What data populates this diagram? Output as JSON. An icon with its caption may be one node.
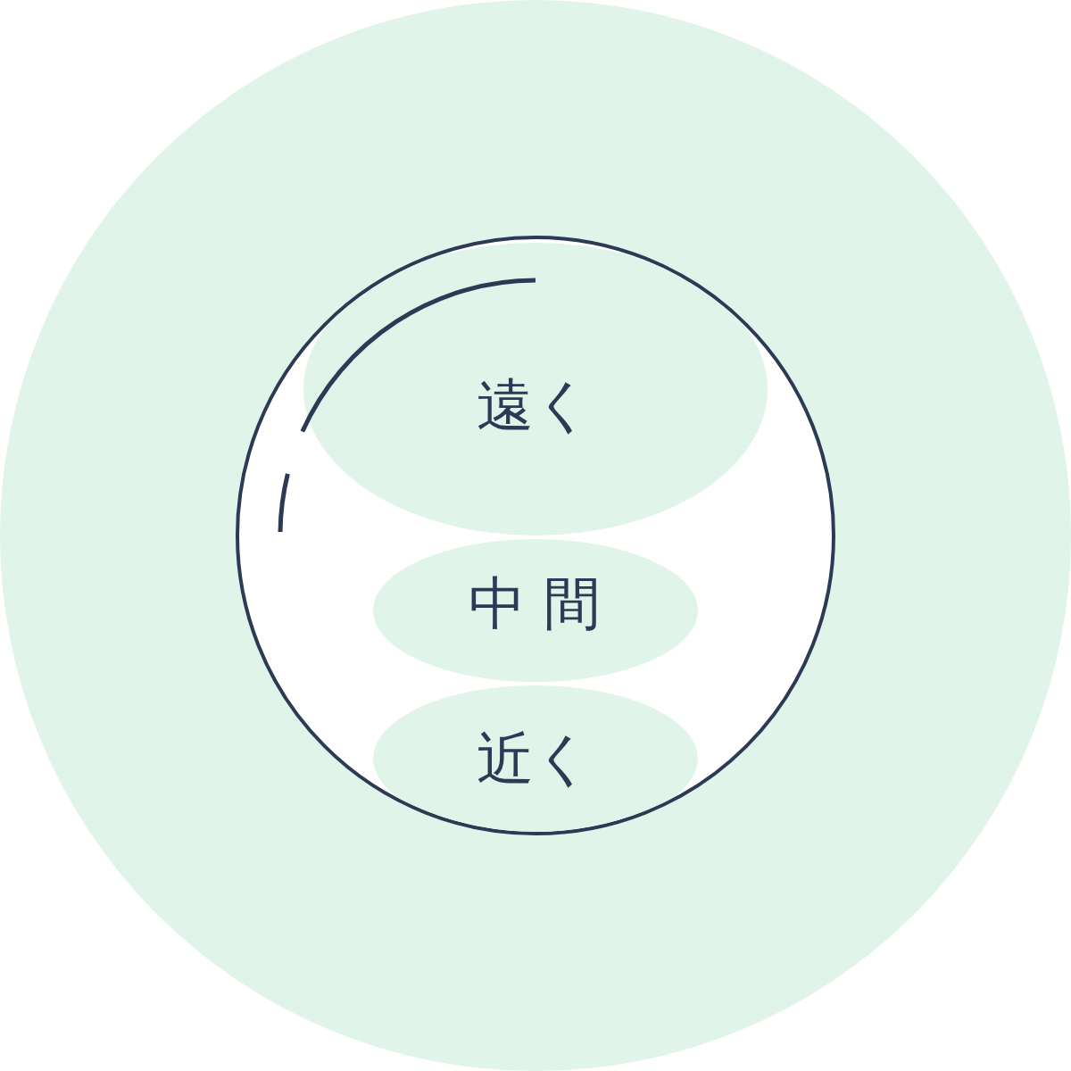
{
  "diagram": {
    "nodes": [
      {
        "text": [],
        "shape": "circle"
      },
      {
        "text": [
          "遠く"
        ],
        "in": 0
      },
      {
        "text": [
          "中間"
        ],
        "in": 0
      },
      {
        "text": [
          "近く"
        ],
        "in": 0
      }
    ]
  }
}
